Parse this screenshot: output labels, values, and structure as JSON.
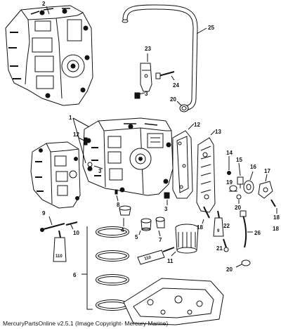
{
  "callouts": [
    {
      "id": "2",
      "text": "2"
    },
    {
      "id": "25",
      "text": "25"
    },
    {
      "id": "23",
      "text": "23"
    },
    {
      "id": "24",
      "text": "24"
    },
    {
      "id": "3a",
      "text": "3"
    },
    {
      "id": "20a",
      "text": "20"
    },
    {
      "id": "1",
      "text": "1"
    },
    {
      "id": "12a",
      "text": "12"
    },
    {
      "id": "13",
      "text": "13"
    },
    {
      "id": "12b",
      "text": "12"
    },
    {
      "id": "3b",
      "text": "3"
    },
    {
      "id": "14",
      "text": "14"
    },
    {
      "id": "15",
      "text": "15"
    },
    {
      "id": "16",
      "text": "16"
    },
    {
      "id": "17",
      "text": "17"
    },
    {
      "id": "19",
      "text": "19"
    },
    {
      "id": "8",
      "text": "8"
    },
    {
      "id": "3c",
      "text": "3"
    },
    {
      "id": "20b",
      "text": "20"
    },
    {
      "id": "18a",
      "text": "18"
    },
    {
      "id": "9",
      "text": "9"
    },
    {
      "id": "10",
      "text": "10"
    },
    {
      "id": "4",
      "text": "4"
    },
    {
      "id": "5",
      "text": "5"
    },
    {
      "id": "7",
      "text": "7"
    },
    {
      "id": "18b",
      "text": "18"
    },
    {
      "id": "22",
      "text": "22"
    },
    {
      "id": "26",
      "text": "26"
    },
    {
      "id": "21",
      "text": "21"
    },
    {
      "id": "11",
      "text": "11"
    },
    {
      "id": "6",
      "text": "6"
    },
    {
      "id": "20c",
      "text": "20"
    },
    {
      "id": "18c",
      "text": "18"
    }
  ],
  "tube_labels": {
    "sealant_left": "110",
    "sealant_mid": "110",
    "sealant_right": "9"
  },
  "footer": "MercuryPartsOnline v2.5.1 (Image Copyright- Mercury Marine)"
}
